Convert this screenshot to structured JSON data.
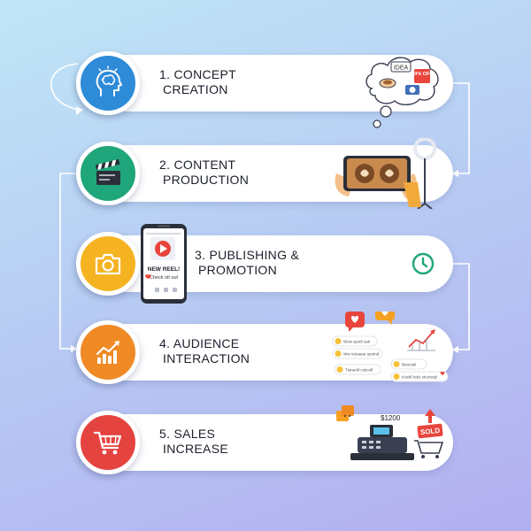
{
  "steps": [
    {
      "number": "1.",
      "line1": "CONCEPT",
      "line2": "CREATION",
      "icon": "brain-head-icon",
      "color": "#2e8bd8"
    },
    {
      "number": "2.",
      "line1": "CONTENT",
      "line2": "PRODUCTION",
      "icon": "clapperboard-icon",
      "color": "#1fa67a"
    },
    {
      "number": "3.",
      "line1": "PUBLISHING &",
      "line2": "PROMOTION",
      "icon": "camera-icon",
      "color": "#f6b321"
    },
    {
      "number": "4.",
      "line1": "AUDIENCE",
      "line2": "INTERACTION",
      "icon": "growth-chart-icon",
      "color": "#f08a24"
    },
    {
      "number": "5.",
      "line1": "SALES",
      "line2": "INCREASE",
      "icon": "shopping-cart-icon",
      "color": "#e5433f"
    }
  ],
  "illustrations": {
    "idea_tag": "IDEA",
    "discount_tag": "50% OFF",
    "phone_post": {
      "headline": "NEW REEL!",
      "subtext": "Check oit out"
    },
    "comments_left": [
      "Wow spotl! ask",
      "Ww retoaear spotnd",
      "Tianerld cuticell"
    ],
    "comments_right": [
      "Breeslel",
      "Koekl lesly stucivspl"
    ],
    "register_price": "$1200",
    "sold_sign": "SOLD"
  },
  "colors": {
    "connector": "#ffffff",
    "heart": "#e8453c",
    "heart_alt": "#f6a021",
    "chart_line": "#e8453c"
  }
}
